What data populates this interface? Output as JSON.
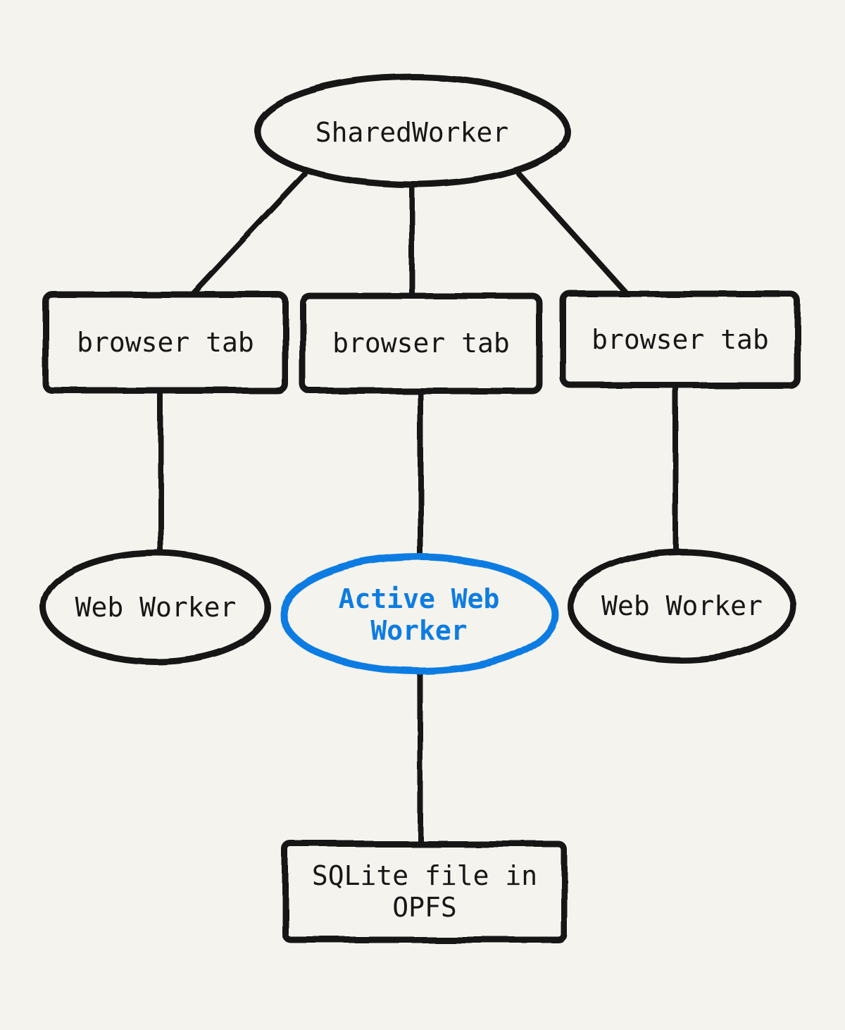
{
  "colors": {
    "background": "#f5f3ee",
    "stroke": "#171717",
    "accent": "#0d7ce2"
  },
  "nodes": {
    "shared_worker": {
      "label": "SharedWorker",
      "shape": "ellipse"
    },
    "tab_left": {
      "label": "browser tab",
      "shape": "rectangle"
    },
    "tab_middle": {
      "label": "browser tab",
      "shape": "rectangle"
    },
    "tab_right": {
      "label": "browser tab",
      "shape": "rectangle"
    },
    "worker_left": {
      "label": "Web Worker",
      "shape": "ellipse"
    },
    "worker_active": {
      "label": "Active Web Worker",
      "shape": "ellipse",
      "highlight": "#0d7ce2"
    },
    "worker_right": {
      "label": "Web Worker",
      "shape": "ellipse"
    },
    "sqlite": {
      "label": "SQLite file in OPFS",
      "shape": "rectangle"
    }
  },
  "edges": [
    {
      "from": "shared_worker",
      "to": "tab_left"
    },
    {
      "from": "shared_worker",
      "to": "tab_middle"
    },
    {
      "from": "shared_worker",
      "to": "tab_right"
    },
    {
      "from": "tab_left",
      "to": "worker_left"
    },
    {
      "from": "tab_middle",
      "to": "worker_active"
    },
    {
      "from": "tab_right",
      "to": "worker_right"
    },
    {
      "from": "worker_active",
      "to": "sqlite"
    }
  ]
}
